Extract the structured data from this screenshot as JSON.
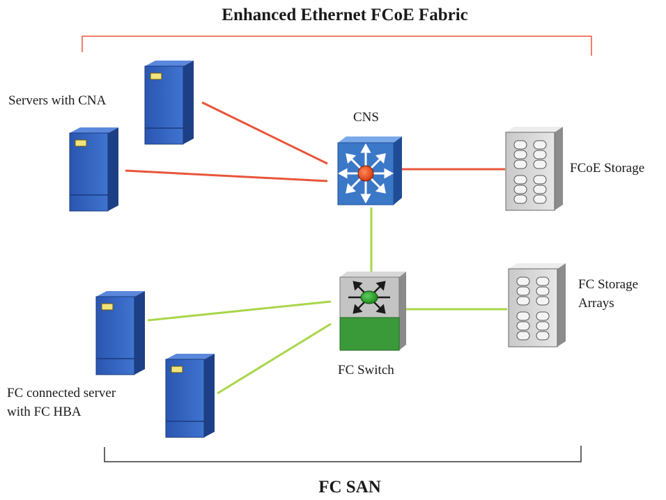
{
  "title_top": "Enhanced Ethernet FCoE Fabric",
  "title_bottom": "FC SAN",
  "labels": {
    "servers_cna": "Servers with CNA",
    "cns": "CNS",
    "fcoe_storage": "FCoE Storage",
    "fc_storage_line1": "FC Storage",
    "fc_storage_line2": "Arrays",
    "fc_switch": "FC Switch",
    "fc_server_line1": "FC connected server",
    "fc_server_line2": "with FC HBA"
  },
  "colors": {
    "fcoe_link": "#e8553a",
    "fc_link": "#a8d64a",
    "server_blue": "#2f5fb8",
    "switch_blue": "#3c78c8",
    "switch_green": "#3a9a3a",
    "bracket_top": "#e8553a",
    "bracket_bottom": "#333333"
  },
  "icons": {
    "server": "server-tower-icon",
    "cns": "cns-switch-icon",
    "fc_switch": "fc-switch-icon",
    "storage": "storage-array-icon"
  }
}
